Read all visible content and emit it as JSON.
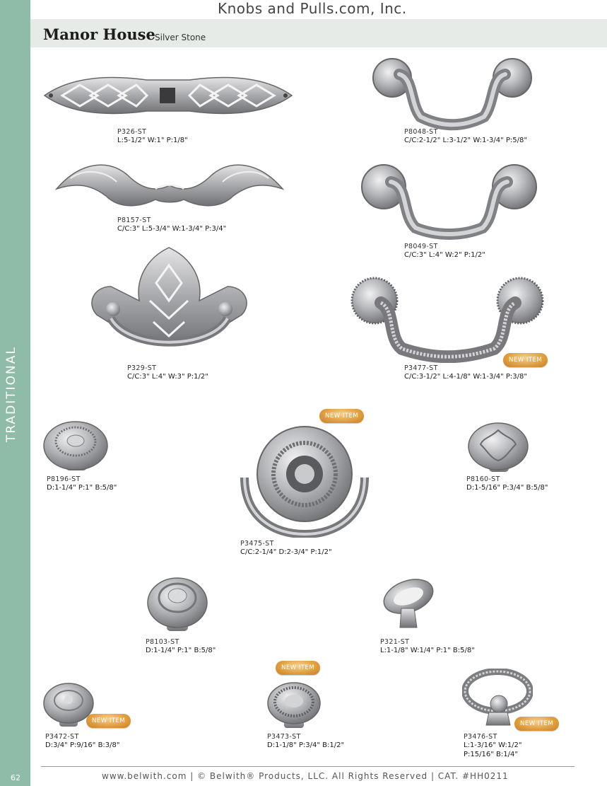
{
  "header": {
    "company": "Knobs and Pulls.com, Inc.",
    "series": "Manor House",
    "finish": "Silver Stone"
  },
  "sidebar": {
    "category": "TRADITIONAL",
    "page_number": "62"
  },
  "badge_label": "NEW ITEM",
  "products": [
    {
      "sku": "P326-ST",
      "dims": "L:5-1/2\"  W:1\"  P:1/8\""
    },
    {
      "sku": "P8048-ST",
      "dims": "C/C:2-1/2\"  L:3-1/2\"  W:1-3/4\"  P:5/8\""
    },
    {
      "sku": "P8157-ST",
      "dims": "C/C:3\"  L:5-3/4\"  W:1-3/4\"  P:3/4\""
    },
    {
      "sku": "P8049-ST",
      "dims": "C/C:3\"  L:4\"  W:2\"  P:1/2\""
    },
    {
      "sku": "P329-ST",
      "dims": "C/C:3\"  L:4\"  W:3\"  P:1/2\""
    },
    {
      "sku": "P3477-ST",
      "dims": "C/C:3-1/2\"  L:4-1/8\"  W:1-3/4\"  P:3/8\""
    },
    {
      "sku": "P8196-ST",
      "dims": "D:1-1/4\"  P:1\"  B:5/8\""
    },
    {
      "sku": "P3475-ST",
      "dims": "C/C:2-1/4\"  D:2-3/4\"  P:1/2\""
    },
    {
      "sku": "P8160-ST",
      "dims": "D:1-5/16\"  P:3/4\"  B:5/8\""
    },
    {
      "sku": "P8103-ST",
      "dims": "D:1-1/4\"  P:1\"  B:5/8\""
    },
    {
      "sku": "P321-ST",
      "dims": "L:1-1/8\"  W:1/4\"  P:1\"  B:5/8\""
    },
    {
      "sku": "P3472-ST",
      "dims": "D:3/4\"  P:9/16\"  B:3/8\""
    },
    {
      "sku": "P3473-ST",
      "dims": "D:1-1/8\"  P:3/4\"  B:1/2\""
    },
    {
      "sku": "P3476-ST",
      "dims": "L:1-3/16\"  W:1/2\"",
      "dims2": "P:15/16\"  B:1/4\""
    }
  ],
  "footer": "www.belwith.com | © Belwith® Products, LLC. All Rights Reserved | CAT. #HH0211",
  "colors": {
    "sidebar": "#8fbba9",
    "title_bar": "#e6ebe7",
    "badge": "#e1a044",
    "metal": "#a9aaad"
  },
  "icons": [
    "backplate-image",
    "bail-pull-image",
    "scroll-pull-image",
    "filigree-pull-image",
    "knob-image",
    "ring-pull-image",
    "drop-pull-image"
  ]
}
